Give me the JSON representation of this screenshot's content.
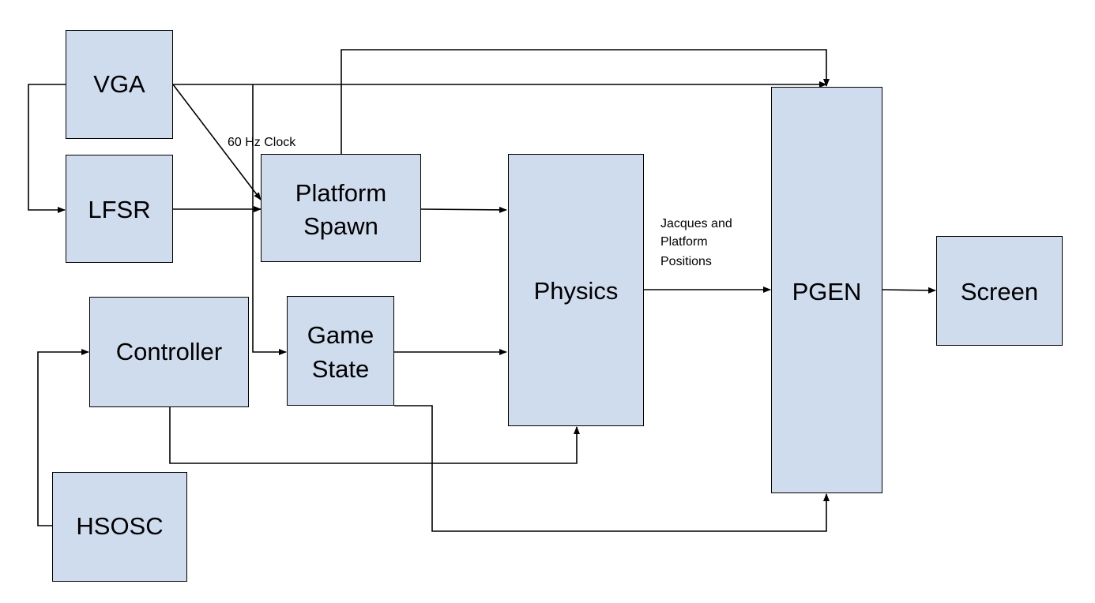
{
  "colors": {
    "block_fill": "#cfdcee",
    "stroke": "#000000"
  },
  "blocks": {
    "vga": "VGA",
    "lfsr": "LFSR",
    "platform_spawn_line1": "Platform",
    "platform_spawn_line2": "Spawn",
    "controller": "Controller",
    "game_state_line1": "Game",
    "game_state_line2": "State",
    "hsosc": "HSOSC",
    "physics": "Physics",
    "pgen": "PGEN",
    "screen": "Screen"
  },
  "annotations": {
    "clock": "60 Hz Clock",
    "positions_line1": "Jacques and",
    "positions_line2": "Platform",
    "positions_line3": "Positions"
  }
}
